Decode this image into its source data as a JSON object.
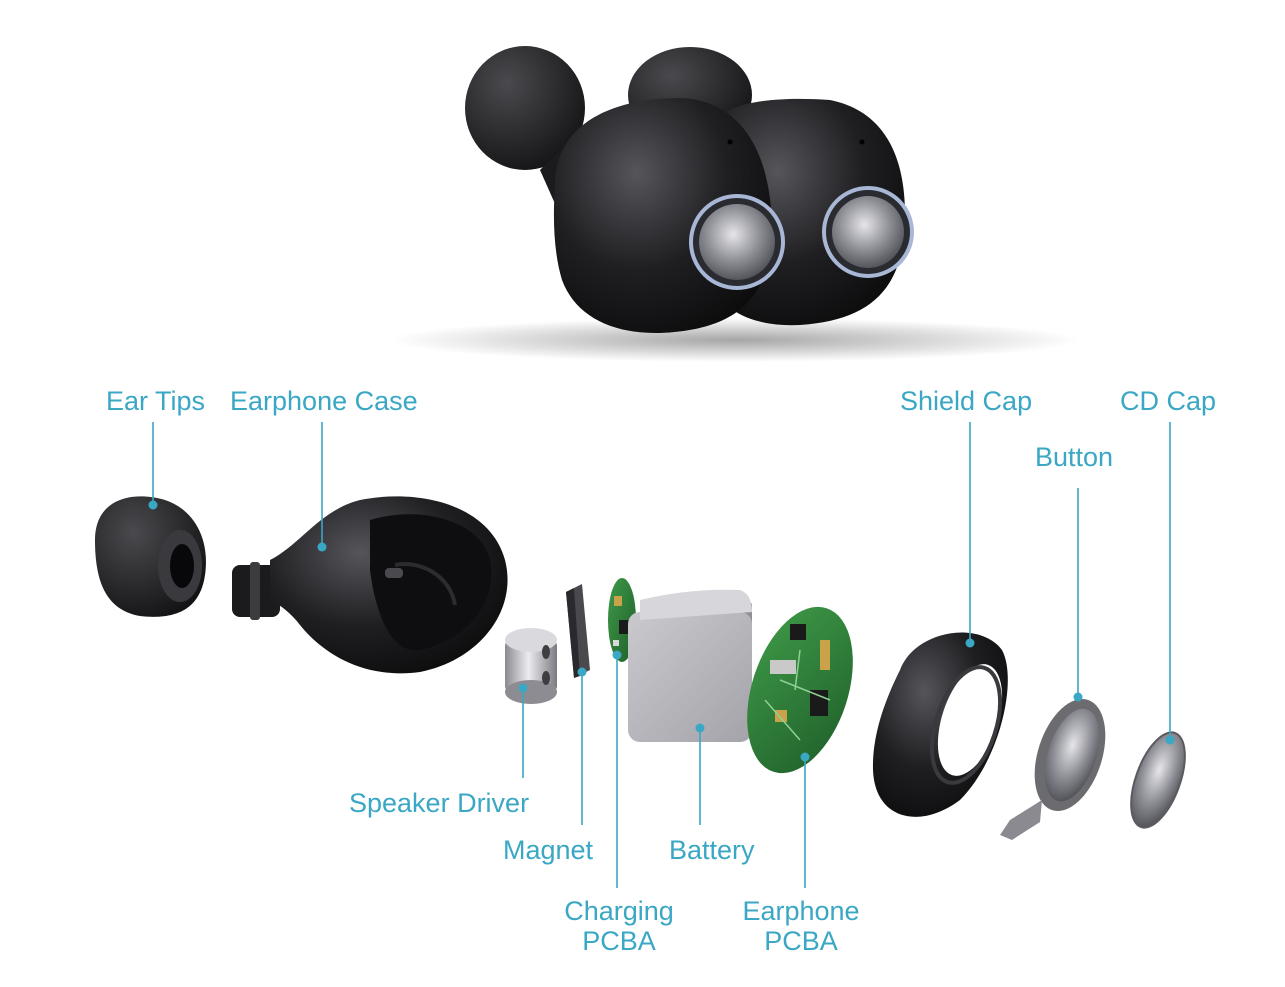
{
  "colors": {
    "label": "#3aa7c4",
    "leader": "#3aa7c4",
    "dark_part": "#1b1b1d",
    "metal": "#b8b8bc",
    "pcb": "#2f7d3a"
  },
  "labels": {
    "ear_tips": "Ear Tips",
    "earphone_case": "Earphone Case",
    "shield_cap": "Shield Cap",
    "cd_cap": "CD Cap",
    "button": "Button",
    "speaker_driver": "Speaker Driver",
    "magnet": "Magnet",
    "battery": "Battery",
    "charging_pcba": [
      "Charging",
      "PCBA"
    ],
    "earphone_pcba": [
      "Earphone",
      "PCBA"
    ]
  },
  "icons": {
    "hero": "earbuds-pair-icon",
    "parts": [
      "ear-tip-icon",
      "earphone-case-icon",
      "speaker-driver-icon",
      "magnet-icon",
      "charging-pcba-icon",
      "battery-icon",
      "earphone-pcba-icon",
      "shield-cap-icon",
      "button-part-icon",
      "cd-cap-icon"
    ]
  }
}
